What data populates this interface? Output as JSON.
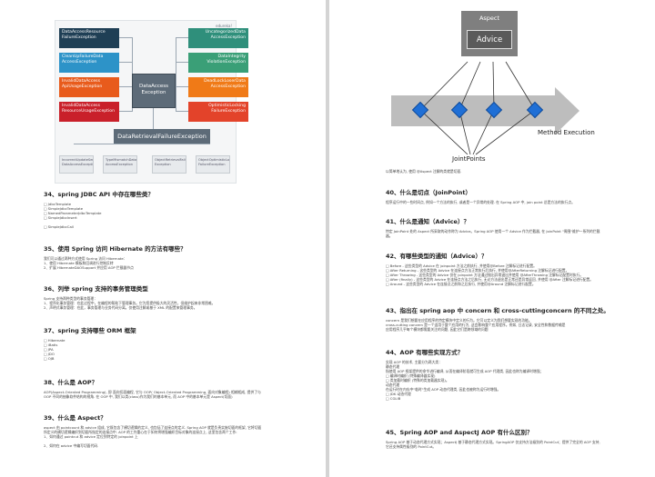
{
  "left_page": {
    "diagram": {
      "logo_text": "edureka!",
      "left_boxes": [
        {
          "label": "DataAccessResource FailureException",
          "color": "#1f3f55"
        },
        {
          "label": "CleanUpFailureData AccessException",
          "color": "#2d93c8"
        },
        {
          "label": "InvalidDataAccess ApiUsageException",
          "color": "#e85b1c"
        },
        {
          "label": "InvalidDataAccess ResourceUsageException",
          "color": "#c9202a"
        }
      ],
      "right_boxes": [
        {
          "label": "UncategorizedData AccessException",
          "color": "#2f8f7b"
        },
        {
          "label": "DataIntegrity ViolationException",
          "color": "#3a9f77"
        },
        {
          "label": "DeadLockLoserData AccessException",
          "color": "#f07a17"
        },
        {
          "label": "OptimisticLocking FailureException",
          "color": "#e3432a"
        }
      ],
      "center_label": "DataAccess Exception",
      "bottom_label": "DataRetrievalFailureException",
      "bottom_small_boxes": [
        "IncorrectUpdateSemantics DataAccessException",
        "TypeMismatchData AccessException",
        "ObjectRetrievalFailure Exception",
        "ObjectOptimisticLocking FailureException"
      ]
    },
    "sections": [
      {
        "title": "34、spring JDBC API 中存在哪些类？",
        "lines": [
          "□ JdbcTemplate",
          "□ SimpleJdbcTemplate",
          "□ NamedParameterJdbcTemplate",
          "□ SimpleJdbcInsert",
          "",
          "□ SimpleJdbcCall"
        ]
      },
      {
        "title": "35、使用 Spring 访问 Hibernate 的方法有哪些？",
        "lines": [
          "我们可以通过两种方式使用 Spring 访问 Hibernate：",
          "1、使用 Hibernate 模板和回调进行控制反转",
          "2、扩展 HibernateDAOSupport 并应用 AOP 拦截器节点"
        ]
      },
      {
        "title": "36、列举 spring 支持的事务管理类型",
        "lines": [
          "Spring 支持两种类型的事务管理：",
          "1、程序化事务管理：在此过程中，在编程的帮助下管理事务。它为您提供极大的灵活性，但维护起来非常困难。",
          "2、声明式事务管理：在此，事务管理与业务代码分离。仅使用注解或基于 XML 的配置来管理事务。"
        ]
      },
      {
        "title": "37、spring 支持哪些 ORM 框架",
        "lines": [
          "□ Hibernate",
          "□ iBatis",
          "□ JPA",
          "□ JDO",
          "□ OJB"
        ]
      },
      {
        "title": "38、什么是 AOP？",
        "lines": [
          "AOP(Aspect-Oriented Programming), 即 面向切面编程, 它与 OOP( Object-Oriented Programming, 面向对象编程) 相辅相成, 提供了与",
          "OOP 不同的抽象软件结构的视角. 在 OOP 中, 我们以类(class)作为我们的基本单元, 而 AOP 中的基本单元是 Aspect(切面)"
        ]
      },
      {
        "title": "39、什么是 Aspect？",
        "lines": [
          "aspect 由 pointcount 和 advice 组成, 它既包含了横切逻辑的定义, 也包括了连接点的定义. Spring AOP 就是负责实施切面的框架, 它将切面",
          "所定义的横切逻辑编织到切面所指定的连接点中. AOP 的工作重心在于如何将增强编织目标对象的连接点上, 这里包含两个工作:",
          "1、如何通过 pointcut 和 advice 定位到特定的 joinpoint 上",
          "",
          "2、如何在 advice 中编写切面代码."
        ]
      }
    ]
  },
  "right_page": {
    "diagram": {
      "aspect_label": "Aspect",
      "advice_label": "Advice",
      "method_execution_label": "Method Execution",
      "joinpoints_label": "JointPoints"
    },
    "sections": [
      {
        "title": "",
        "lines": [
          "以简单地认为, 使用 @Aspect 注解的类就是切面."
        ]
      },
      {
        "title": "40、什么是切点（JoinPoint）",
        "lines": [
          "程序运行中的一些时间点, 例如一个方法的执行, 或者是一个异常的处理. 在 Spring AOP 中, join point 总是方法的执行点。"
        ]
      },
      {
        "title": "41、什么是通知（Advice）？",
        "lines": [
          "特定 JoinPoint 处的 Aspect 所采取的动作称为 Advice。Spring AOP 使用一个 Advice 作为拦截器, 在 JoinPoint \"周围\"维护一系列的拦截",
          "器。"
        ]
      },
      {
        "title": "42、有哪些类型的通知（Advice）？",
        "lines": [
          "□ Before - 这些类型的 Advice 在 joinpoint 方法之前执行, 并使用@Before 注解标记进行配置。",
          "□ After Returning - 这些类型的 Advice 在连接点方法正常执行后执行, 并使用@AfterReturning 注解标记进行配置。",
          "□ After Throwing - 这些类型的 Advice 仅在 joinpoint 方法通过抛出异常退出并使用 @AfterThrowing 注解标记配置时执行。",
          "□ After (finally) - 这些类型的 Advice 在连接点方法之后执行, 无论方法退出是正常还是异常返回, 并使用 @After 注解标记进行配置。",
          "□ Around - 这些类型的 Advice 在连接点之前和之后执行, 并使用@Around 注解标记进行配置。"
        ]
      },
      {
        "title": "43、指出在 spring aop 中 concern 和 cross-cuttingconcern 的不同之处。",
        "lines": [
          "concern 是我们想要在应用程序的特定模块中定义的行为。它可以定义为我们想要实现的功能。",
          "cross-cutting concern 是一个适用于整个应用的行为, 这会影响整个应用程序。例如, 日志记录, 安全性和数据传输是",
          "应用程序几乎每个模块都需要关注的问题, 因此它们是跨领域的问题"
        ]
      },
      {
        "title": "44、AOP 有哪些实现方式？",
        "lines": [
          "实现 AOP 的技术, 主要分为两大类：",
          "静态代理",
          "指使用 AOP 框架提供的命令进行编译, 从而在编译阶段就可生成 AOP 代理类, 因此也称为编译时增强；",
          "□ 编译时编织 (特殊编译器实现)",
          "□ 类加载时编织 (特殊的类加载器实现)。",
          "动态代理",
          "在运行时在内存中\"临时\"生成 AOP 动态代理类, 因此也被称为运行时增强。",
          "□ JDK 动态代理",
          "□ CGLIB"
        ]
      },
      {
        "title": "45、Spring AOP and AspectJ AOP 有什么区别？",
        "lines": [
          "Spring AOP 基于动态代理方式实现；AspectJ 基于静态代理方式实现。SpringAOP 仅支持方法级别的 PointCut；提供了完全的 AOP 支持,",
          "它还支持属性级别的 PointCut。"
        ]
      }
    ]
  }
}
